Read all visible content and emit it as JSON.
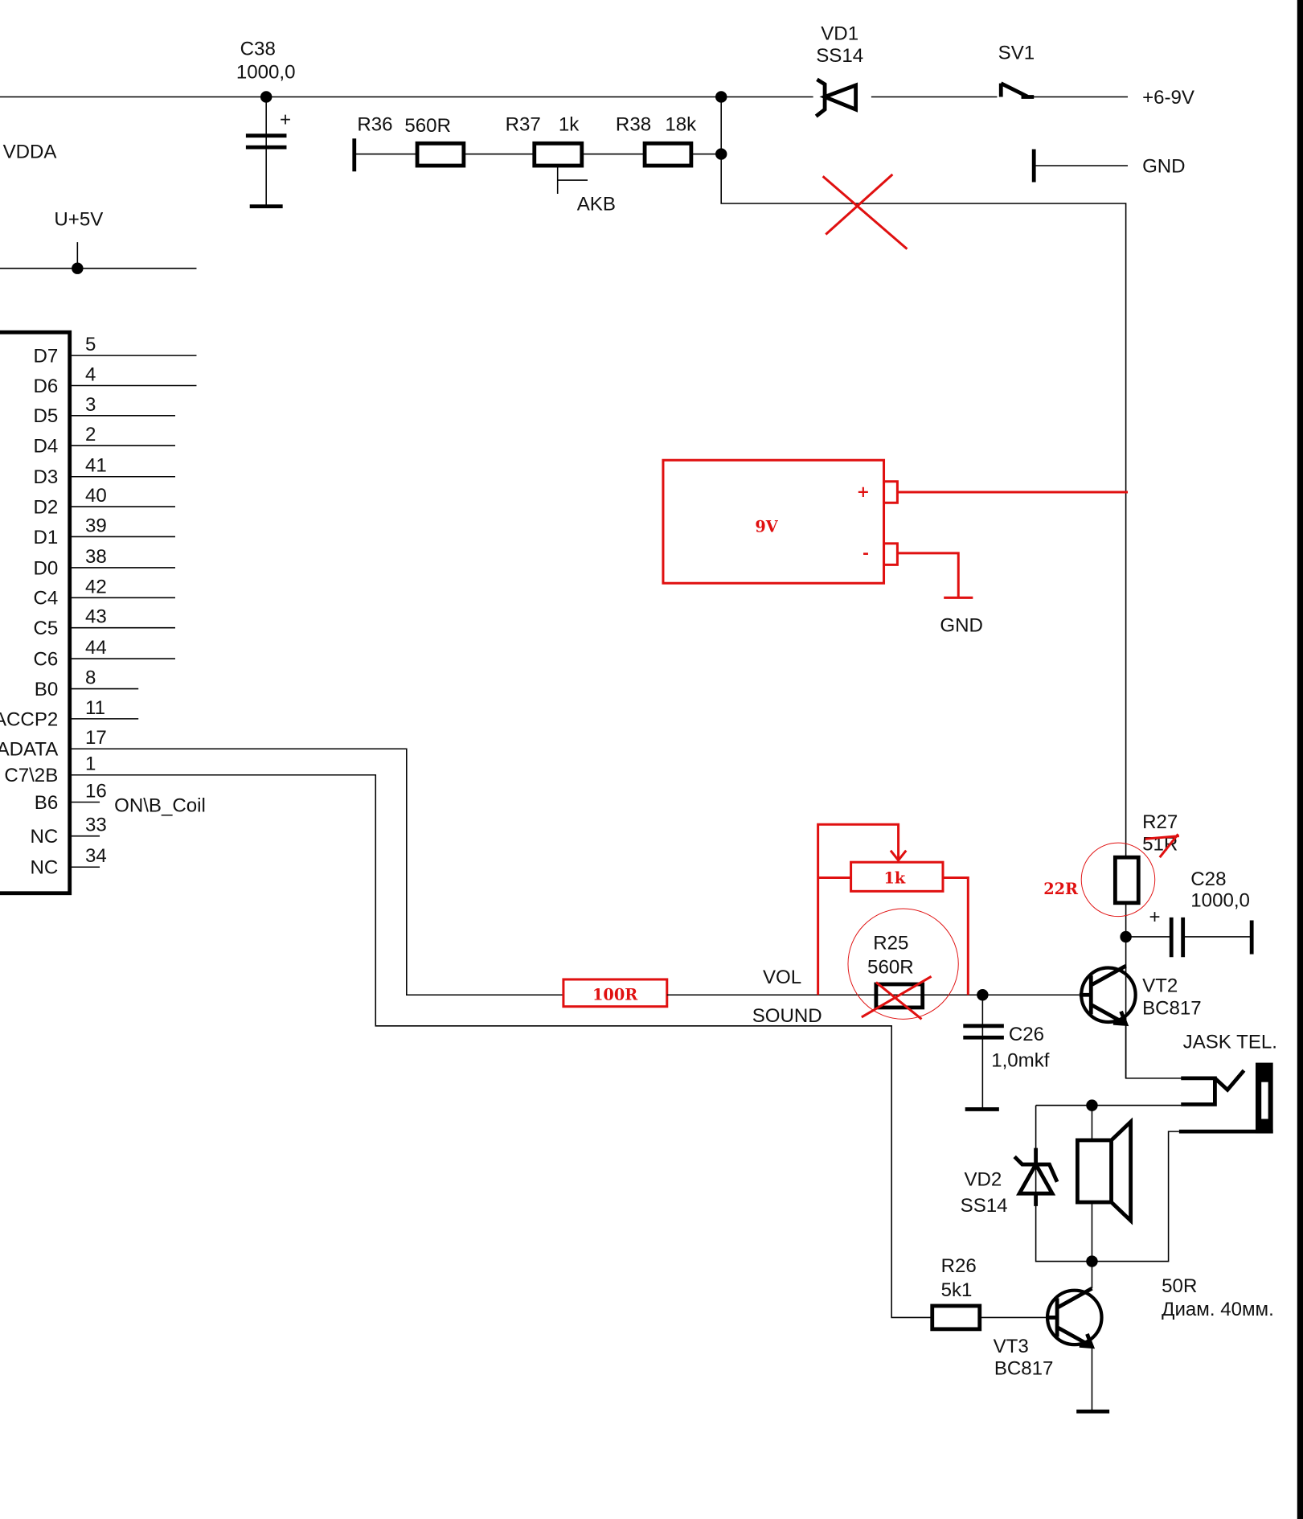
{
  "labels": {
    "c38": "C38",
    "c38_val": "1000,0",
    "vdda": "VDDA",
    "u5v": "U+5V",
    "r36": "R36",
    "r36_val": "560R",
    "r37": "R37",
    "r37_val": "1k",
    "r38": "R38",
    "r38_val": "18k",
    "akb": "AKB",
    "vd1": "VD1",
    "vd1_val": "SS14",
    "sv1": "SV1",
    "supply": "+6-9V",
    "gnd_top": "GND",
    "plus": "+",
    "battery": "9V",
    "bat_plus": "+",
    "bat_minus": "-",
    "gnd_bat": "GND",
    "on_coil": "ON\\B_Coil",
    "r27": "R27",
    "r27_old": "51R",
    "r27_new": "22R",
    "c28": "C28",
    "c28_val": "1000,0",
    "pot": "1k",
    "r25": "R25",
    "r25_val": "560R",
    "vol": "VOL",
    "sound": "SOUND",
    "r100": "100R",
    "vt2": "VT2",
    "vt2_val": "BC817",
    "c26": "C26",
    "c26_val": "1,0mkf",
    "jack": "JASK TEL.",
    "vd2": "VD2",
    "vd2_val": "SS14",
    "r26": "R26",
    "r26_val": "5k1",
    "vt3": "VT3",
    "vt3_val": "BC817",
    "spk": "50R",
    "spk_desc": "Диам. 40мм."
  },
  "pins": [
    {
      "name": "D7",
      "num": "5"
    },
    {
      "name": "D6",
      "num": "4"
    },
    {
      "name": "D5",
      "num": "3"
    },
    {
      "name": "D4",
      "num": "2"
    },
    {
      "name": "D3",
      "num": "41"
    },
    {
      "name": "D2",
      "num": "40"
    },
    {
      "name": "D1",
      "num": "39"
    },
    {
      "name": "D0",
      "num": "38"
    },
    {
      "name": "C4",
      "num": "42"
    },
    {
      "name": "C5",
      "num": "43"
    },
    {
      "name": "C6",
      "num": "44"
    },
    {
      "name": "B0",
      "num": "8"
    },
    {
      "name": "ACCP2",
      "num": "11"
    },
    {
      "name": "ADATA",
      "num": "17"
    },
    {
      "name": "C7\\2B",
      "num": "1"
    },
    {
      "name": "B6",
      "num": "16"
    },
    {
      "name": "NC",
      "num": "33"
    },
    {
      "name": "NC",
      "num": "34"
    }
  ],
  "colors": {
    "wire": "#000000",
    "modification": "#e01010"
  }
}
